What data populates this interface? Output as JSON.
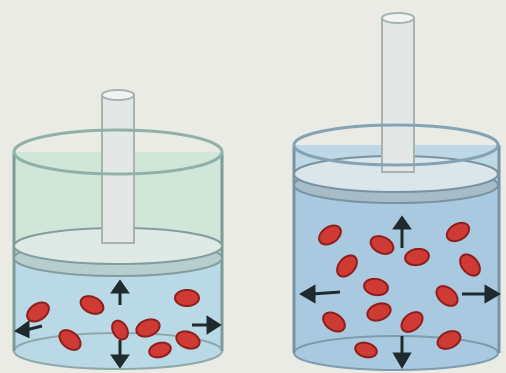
{
  "figure": {
    "panels": [
      {
        "id": "left",
        "piston_state": "pushed-down",
        "particle_count": 8,
        "arrow_directions": [
          "up",
          "down",
          "left",
          "right"
        ]
      },
      {
        "id": "right",
        "piston_state": "raised",
        "particle_count": 13,
        "arrow_directions": [
          "up",
          "down",
          "left",
          "right"
        ]
      }
    ],
    "colors": {
      "background": "#e9ebe4",
      "left_gas": "#b9d9e6",
      "right_gas": "#a9c9e0",
      "left_upper_tint": "#cfe6d9",
      "right_upper_tint": "#bfd8e6",
      "particle": "#cf3a34",
      "particle_dark": "#8e1f1c",
      "arrow": "#1f2a2e",
      "rod": "#e3e8e6"
    }
  }
}
